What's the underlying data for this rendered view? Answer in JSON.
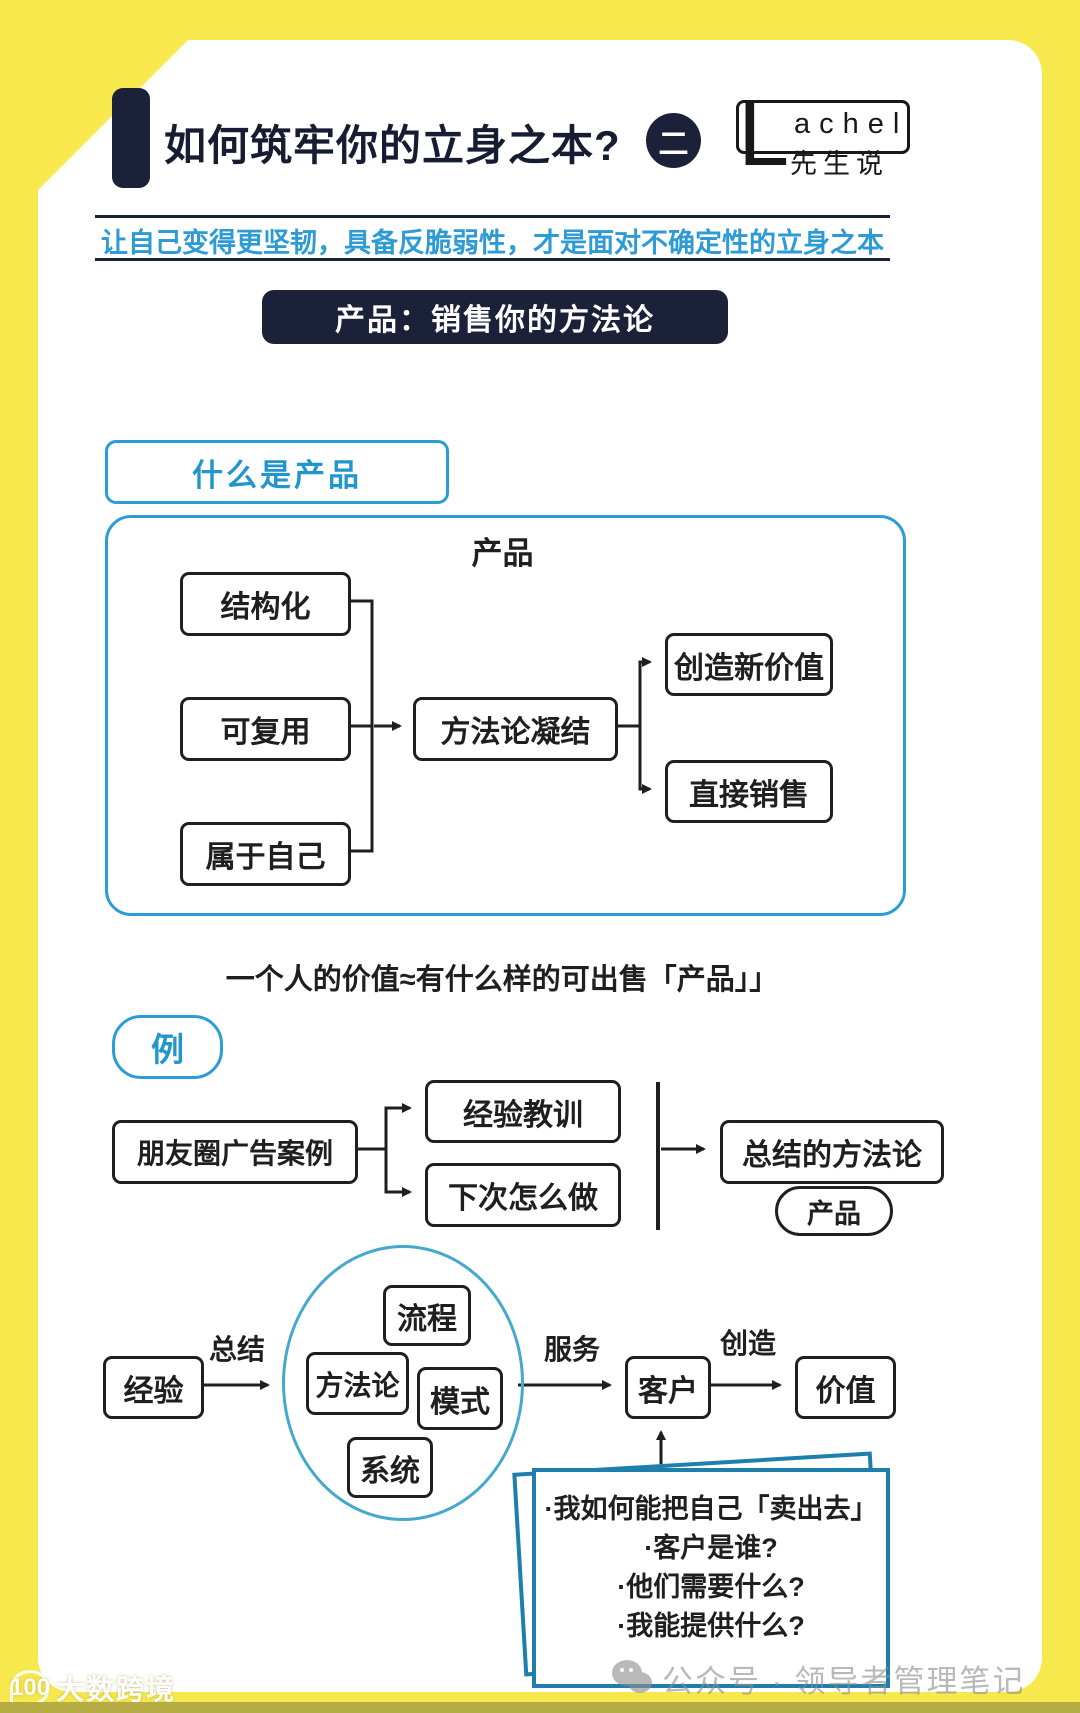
{
  "header": {
    "title": "如何筑牢你的立身之本?",
    "part_badge": "二",
    "logo": {
      "initial": "L",
      "name_latin": "achel",
      "name_cn": "先生说"
    },
    "subtitle": "让自己变得更坚韧，具备反脆弱性，才是面对不确定性的立身之本"
  },
  "banner": {
    "label": "产品：销售你的方法论"
  },
  "section_what": {
    "heading": "什么是产品",
    "diagram_title": "产品",
    "inputs": [
      "结构化",
      "可复用",
      "属于自己"
    ],
    "center": "方法论凝结",
    "outputs": [
      "创造新价值",
      "直接销售"
    ]
  },
  "formula": "一个人的价值≈有什么样的可出售「产品」」",
  "example": {
    "badge": "例",
    "source": "朋友圈广告案例",
    "branches": [
      "经验教训",
      "下次怎么做"
    ],
    "result": "总结的方法论",
    "result_tag": "产品"
  },
  "pipeline": {
    "start": "经验",
    "arrow1_label": "总结",
    "cluster": [
      "流程",
      "方法论",
      "模式",
      "系统"
    ],
    "arrow2_label": "服务",
    "customer": "客户",
    "arrow3_label": "创造",
    "end": "价值"
  },
  "note": {
    "lines": [
      "·我如何能把自己「卖出去」",
      "·客户是谁?",
      "·他们需要什么?",
      "·我能提供什么?"
    ]
  },
  "watermarks": {
    "wechat": "公众号 · 领导者管理笔记",
    "platform": "大数跨境",
    "platform_logo": "100"
  },
  "colors": {
    "background_yellow": "#f6e84d",
    "navy": "#1b2139",
    "accent_blue": "#2b9cd6",
    "note_border": "#1e7fad",
    "line_black": "#1f1f1f"
  }
}
